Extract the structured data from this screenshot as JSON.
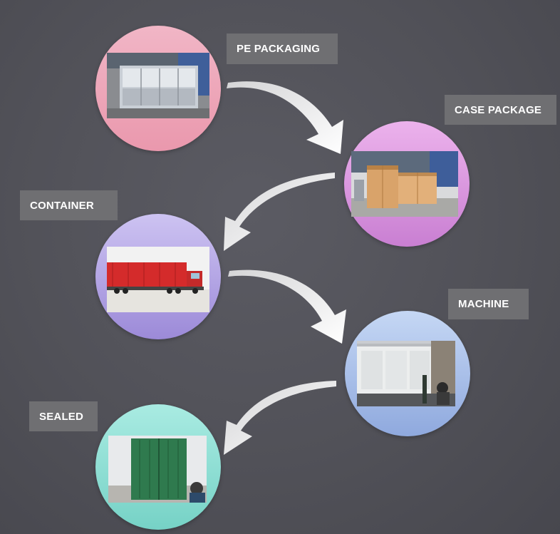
{
  "steps": [
    {
      "id": "pe",
      "label": "PE PACKAGING",
      "color": "#ea98ad"
    },
    {
      "id": "case",
      "label": "CASE PACKAGE",
      "color": "#c97fd2"
    },
    {
      "id": "container",
      "label": "CONTAINER",
      "color": "#9c8ad8"
    },
    {
      "id": "machine",
      "label": "MACHINE",
      "color": "#8fa9de"
    },
    {
      "id": "sealed",
      "label": "SEALED",
      "color": "#76d2c6"
    }
  ],
  "colors": {
    "background": "#515158",
    "label_bg": "#6f6f72",
    "label_text": "#ffffff",
    "arrow": "#ffffff"
  }
}
